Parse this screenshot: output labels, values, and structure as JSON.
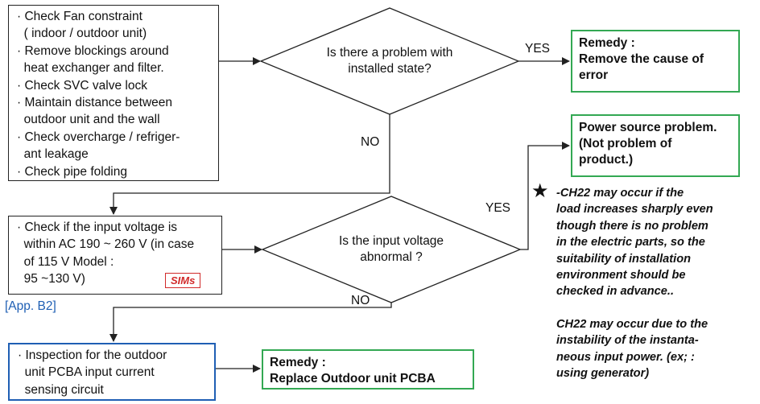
{
  "box1": {
    "lines": [
      "· Check Fan constraint",
      "  ( indoor / outdoor unit)",
      "· Remove blockings around",
      "  heat exchanger and filter.",
      "· Check SVC valve lock",
      "· Maintain distance between",
      "  outdoor unit and the wall",
      "· Check overcharge / refriger-",
      "  ant leakage",
      "· Check pipe folding"
    ]
  },
  "decision1": {
    "line1": "Is there a problem with",
    "line2": "installed state?"
  },
  "decision2": {
    "line1": "Is the input voltage",
    "line2": "abnormal ?"
  },
  "labels": {
    "yes1": "YES",
    "no1": "NO",
    "yes2": "YES",
    "no2": "NO"
  },
  "remedy1": {
    "line1": "Remedy :",
    "line2": "Remove the cause of",
    "line3": "error"
  },
  "power_box": {
    "line1": "Power source problem.",
    "line2": "(Not problem of",
    "line3": "product.)"
  },
  "box2": {
    "lines": [
      "· Check if the input voltage is",
      "  within AC 190 ~ 260 V (in case",
      "  of 115 V Model :",
      "  95 ~130 V)"
    ],
    "badge": "SIMs"
  },
  "app_ref": "[App. B2]",
  "box3": {
    "lines": [
      "· Inspection for the outdoor",
      "  unit PCBA input current",
      "  sensing circuit"
    ]
  },
  "remedy2": {
    "line1": "Remedy :",
    "line2": "Replace Outdoor unit PCBA"
  },
  "note": {
    "para1": [
      "-CH22 may occur if the",
      "load increases sharply even",
      "though there is no problem",
      "in the electric parts, so the",
      "suitability of installation",
      "environment should be",
      "checked in advance.."
    ],
    "para2": [
      "CH22 may occur due to the",
      "instability of the instanta-",
      "neous input power. (ex; :",
      "using generator)"
    ]
  },
  "colors": {
    "green": "#33a853",
    "blue": "#1f5fb4",
    "red": "#d12a2a",
    "line": "#222222"
  },
  "icons": {
    "star": "star-icon"
  }
}
